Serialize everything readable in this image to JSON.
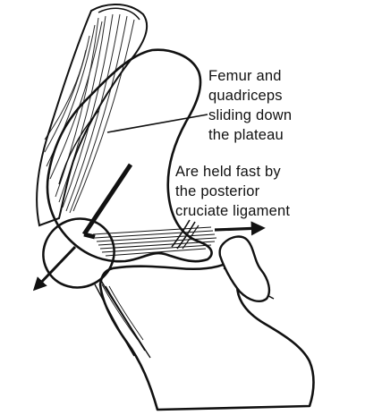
{
  "annotations": {
    "femur_label": [
      "Femur and",
      "quadriceps",
      "sliding down",
      "the plateau"
    ],
    "ligament_label": [
      "Are held fast by",
      "the posterior",
      "cruciate ligament"
    ]
  },
  "colors": {
    "ink": "#111111",
    "paper": "#ffffff"
  }
}
